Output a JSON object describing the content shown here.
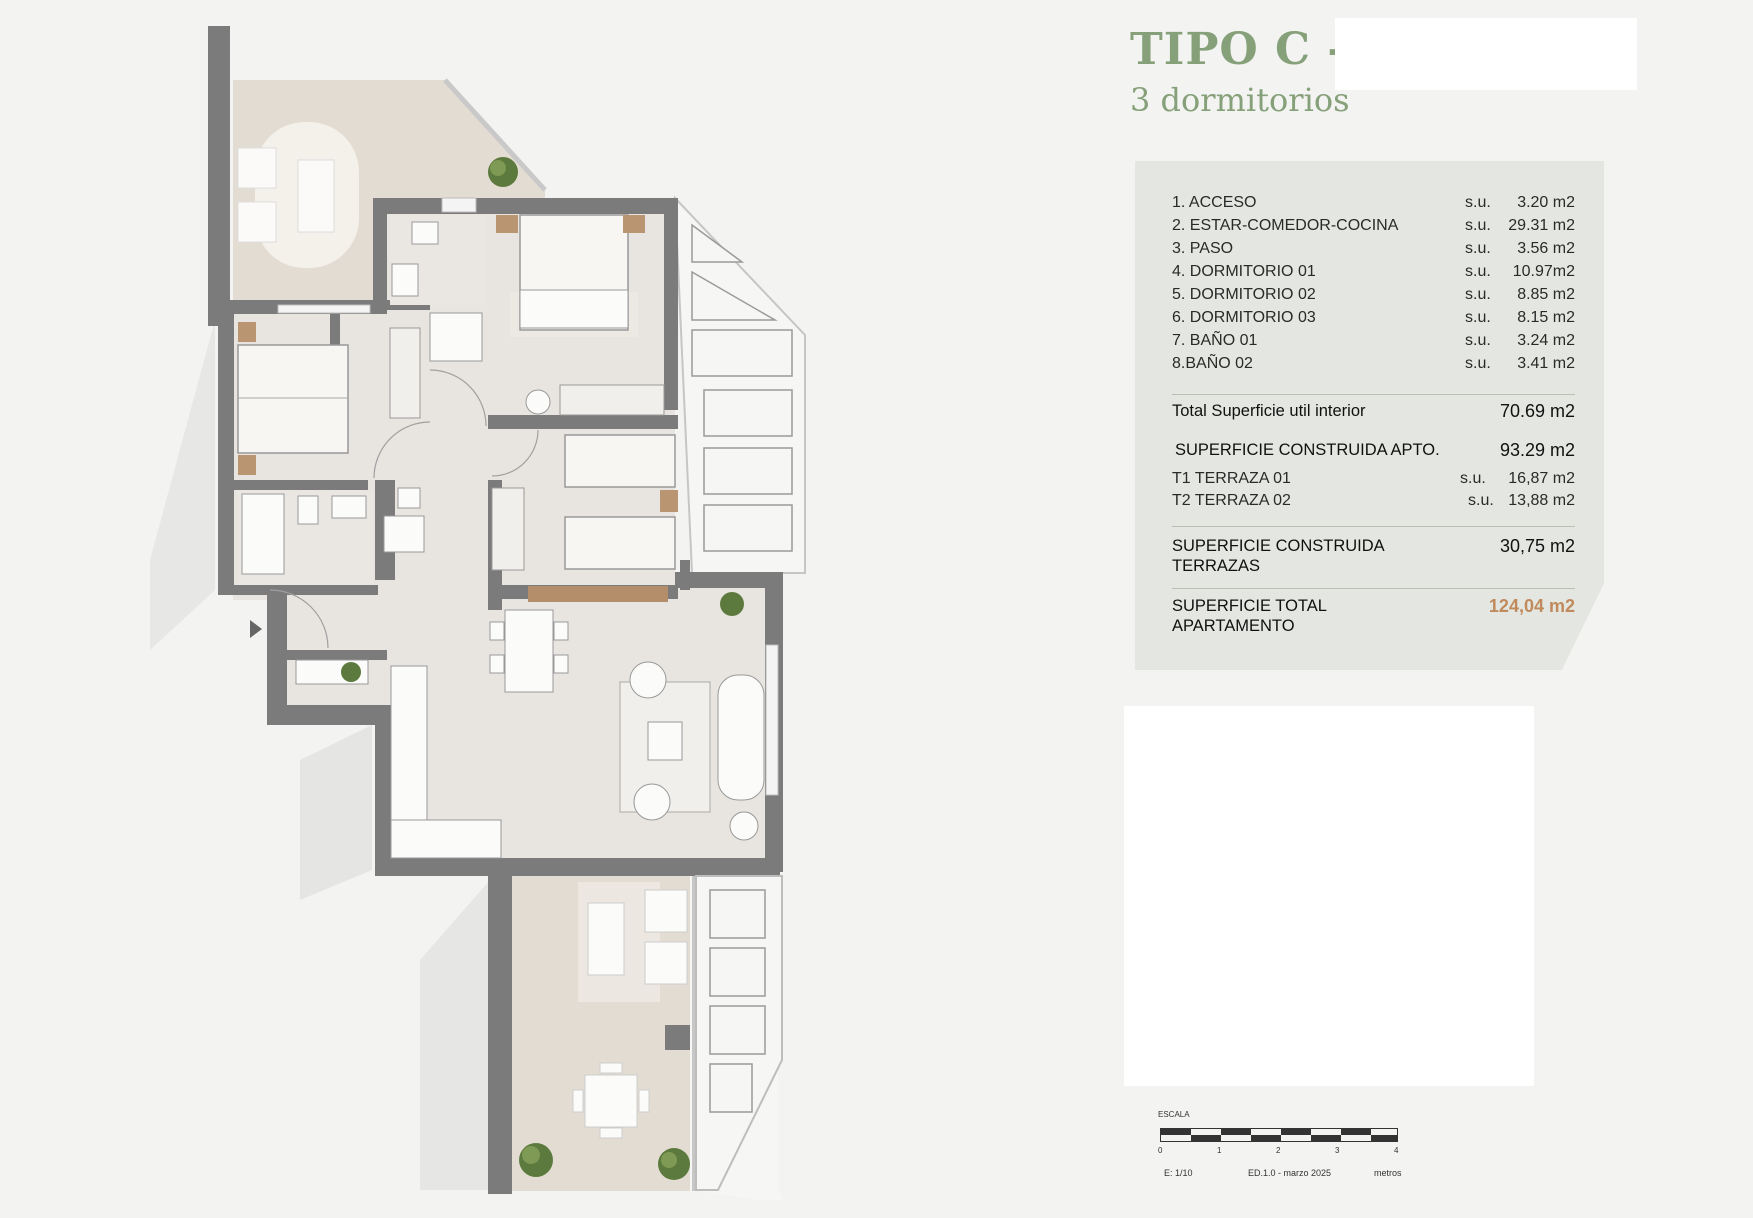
{
  "header": {
    "title": "TIPO C -",
    "subtitle": "3 dormitorios"
  },
  "areas": {
    "rooms": [
      {
        "label": "1. ACCESO",
        "su": "s.u.",
        "value": "3.20 m2"
      },
      {
        "label": "2. ESTAR-COMEDOR-COCINA",
        "su": "s.u.",
        "value": "29.31 m2"
      },
      {
        "label": "3. PASO",
        "su": "s.u.",
        "value": "3.56 m2"
      },
      {
        "label": "4. DORMITORIO 01",
        "su": "s.u.",
        "value": "10.97m2"
      },
      {
        "label": "5. DORMITORIO 02",
        "su": "s.u.",
        "value": "8.85  m2"
      },
      {
        "label": "6. DORMITORIO 03",
        "su": "s.u.",
        "value": "8.15  m2"
      },
      {
        "label": "7. BAÑO 01",
        "su": "s.u.",
        "value": "3.24 m2"
      },
      {
        "label": "8.BAÑO 02",
        "su": "s.u.",
        "value": "3.41 m2"
      }
    ],
    "total_util": {
      "label": "Total Superficie util interior",
      "value": "70.69 m2"
    },
    "construida_apto": {
      "label": "SUPERFICIE CONSTRUIDA APTO.",
      "value": "93.29 m2"
    },
    "terrazas": [
      {
        "label": "T1 TERRAZA 01",
        "su": "s.u.",
        "value": "16,87 m2"
      },
      {
        "label": "T2 TERRAZA 02",
        "su": "s.u.",
        "value": "13,88 m2"
      }
    ],
    "construida_terrazas": {
      "label_line1": "SUPERFICIE CONSTRUIDA",
      "label_line2": "TERRAZAS",
      "value": "30,75 m2"
    },
    "total_apartamento": {
      "label_line1": "SUPERFICIE TOTAL",
      "label_line2": "APARTAMENTO",
      "value": "124,04 m2"
    }
  },
  "scale": {
    "label": "ESCALA",
    "ticks": [
      "0",
      "1",
      "2",
      "3",
      "4"
    ],
    "ratio": "E: 1/10",
    "edition": "ED.1.0 - marzo 2025",
    "unit": "metros"
  },
  "colors": {
    "wall": "#7d7d7d",
    "floor": "#e9e6e1",
    "terrace": "#e4ddd4",
    "accent_green": "#86a07a",
    "accent_copper": "#c08a5c",
    "panel_bg": "#e4e7e1"
  }
}
